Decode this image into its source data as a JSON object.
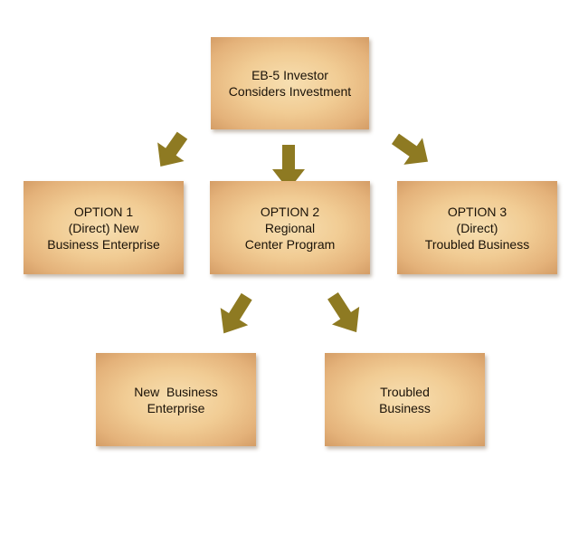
{
  "diagram": {
    "nodes": {
      "root": {
        "lines": [
          "EB-5 Investor",
          "Considers Investment"
        ]
      },
      "option1": {
        "lines": [
          "OPTION 1",
          "(Direct) New",
          "Business Enterprise"
        ]
      },
      "option2": {
        "lines": [
          "OPTION 2",
          "Regional",
          "Center Program"
        ]
      },
      "option3": {
        "lines": [
          "OPTION 3",
          "(Direct)",
          "Troubled Business"
        ]
      },
      "new_business": {
        "lines": [
          "New  Business",
          "Enterprise"
        ]
      },
      "troubled_business": {
        "lines": [
          "Troubled",
          "Business"
        ]
      }
    },
    "colors": {
      "arrow": "#8e7a22",
      "box_center": "#f7dfb1",
      "box_edge": "#d49d66",
      "text": "#1a1208"
    }
  }
}
